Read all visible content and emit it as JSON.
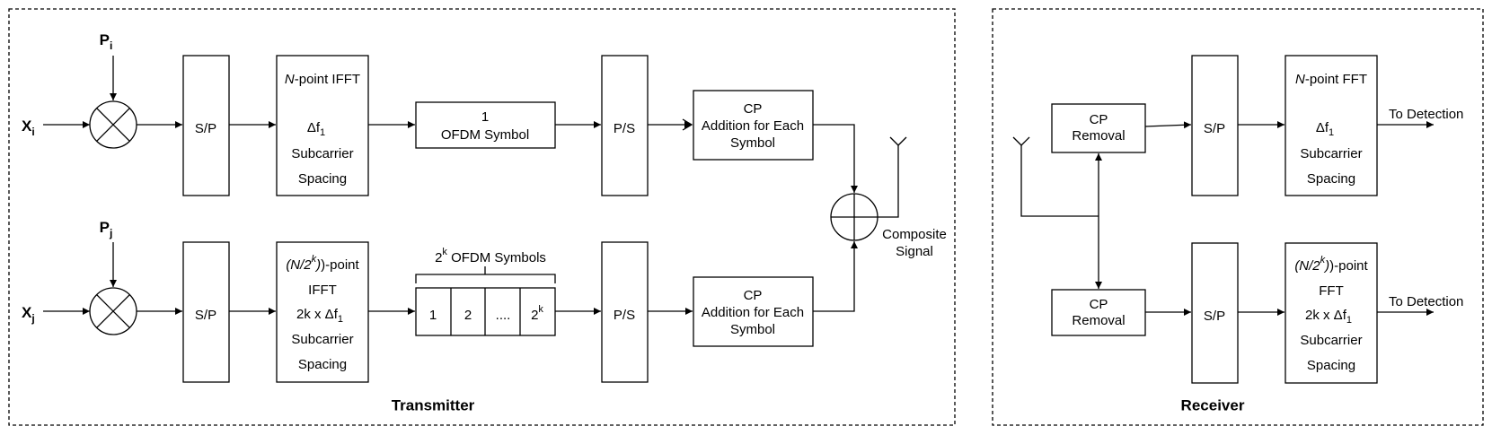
{
  "transmitter": {
    "title": "Transmitter",
    "row1": {
      "input": "X",
      "input_sub": "i",
      "power": "P",
      "power_sub": "i",
      "sp": "S/P",
      "ifft_n": "N",
      "ifft_rest": "-point IFFT",
      "delta": "Δf",
      "delta_sub": "1",
      "sub1": "Subcarrier",
      "sub2": "Spacing",
      "ofdm_1": "1",
      "ofdm_2": "OFDM Symbol",
      "ps": "P/S",
      "cp1": "CP",
      "cp2": "Addition for Each",
      "cp3": "Symbol"
    },
    "row2": {
      "input": "X",
      "input_sub": "j",
      "power": "P",
      "power_sub": "j",
      "sp": "S/P",
      "ifft_a": "(N/2",
      "ifft_sup": "k",
      "ifft_b": ")-point",
      "ifft2": "IFFT",
      "spacing_pre": "2k x Δf",
      "spacing_sub": "1",
      "sub1": "Subcarrier",
      "sub2": "Spacing",
      "ofdm_title_base": "2",
      "ofdm_title_sup": "k",
      "ofdm_title_rest": " OFDM Symbols",
      "cells": [
        "1",
        "2",
        "...."
      ],
      "cell_last_base": "2",
      "cell_last_sup": "k",
      "ps": "P/S",
      "cp1": "CP",
      "cp2": "Addition for Each",
      "cp3": "Symbol"
    },
    "composite1": "Composite",
    "composite2": "Signal"
  },
  "receiver": {
    "title": "Receiver",
    "row1": {
      "cp1": "CP",
      "cp2": "Removal",
      "sp": "S/P",
      "fft_n": "N",
      "fft_rest": "-point FFT",
      "delta": "Δf",
      "delta_sub": "1",
      "sub1": "Subcarrier",
      "sub2": "Spacing",
      "out": "To Detection"
    },
    "row2": {
      "cp1": "CP",
      "cp2": "Removal",
      "sp": "S/P",
      "fft_a": "(N/2",
      "fft_sup": "k",
      "fft_b": ")-point",
      "fft2": "FFT",
      "spacing_pre": "2k x Δf",
      "spacing_sub": "1",
      "sub1": "Subcarrier",
      "sub2": "Spacing",
      "out": "To Detection"
    }
  }
}
